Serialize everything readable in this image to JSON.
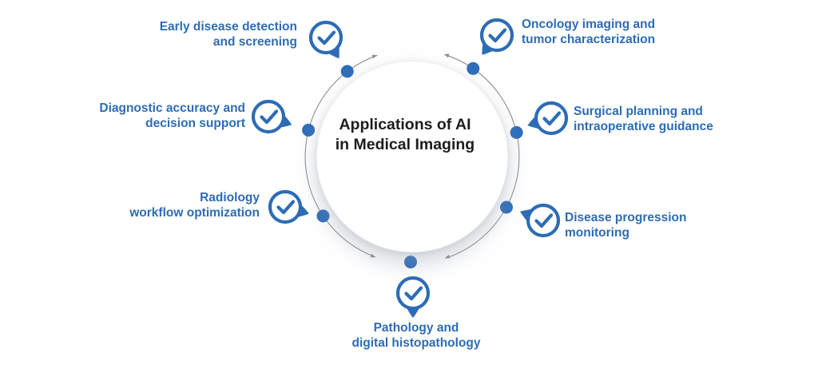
{
  "title": {
    "line1": "Applications of AI",
    "line2": "in Medical Imaging"
  },
  "items": [
    {
      "id": "early-disease-detection",
      "line1": "Early disease detection",
      "line2": "and screening"
    },
    {
      "id": "oncology-imaging",
      "line1": "Oncology imaging and",
      "line2": "tumor characterization"
    },
    {
      "id": "diagnostic-accuracy",
      "line1": "Diagnostic accuracy and",
      "line2": "decision support"
    },
    {
      "id": "surgical-planning",
      "line1": "Surgical planning and",
      "line2": "intraoperative guidance"
    },
    {
      "id": "radiology-workflow",
      "line1": "Radiology",
      "line2": "workflow optimization"
    },
    {
      "id": "disease-progression",
      "line1": "Disease progression",
      "line2": "monitoring"
    },
    {
      "id": "pathology",
      "line1": "Pathology and",
      "line2": "digital histopathology"
    }
  ],
  "icons": {
    "item_badge": "checkmark-pin-icon",
    "ring_marker": "arrowhead-icon",
    "node_marker": "dot-icon"
  },
  "colors": {
    "accent_blue": "#2d6cb5",
    "dot_blue": "#2f6eba",
    "line_gray": "#8f8f8f",
    "title_dark": "#1d1d1d",
    "background": "#ffffff"
  }
}
